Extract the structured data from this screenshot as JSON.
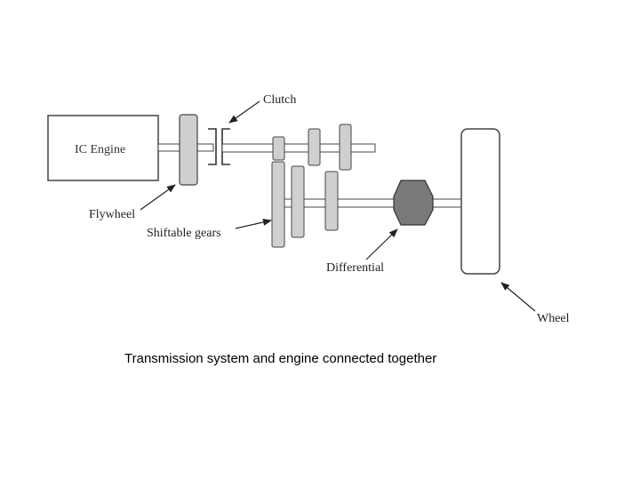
{
  "diagram": {
    "labels": {
      "engine": "IC Engine",
      "clutch": "Clutch",
      "flywheel": "Flywheel",
      "shiftable_gears": "Shiftable gears",
      "differential": "Differential",
      "wheel": "Wheel"
    },
    "colors": {
      "gear_fill": "#cfcfcf",
      "differential_fill": "#7a7a7a",
      "outline": "#444444"
    }
  },
  "caption": "Transmission system and engine connected together"
}
